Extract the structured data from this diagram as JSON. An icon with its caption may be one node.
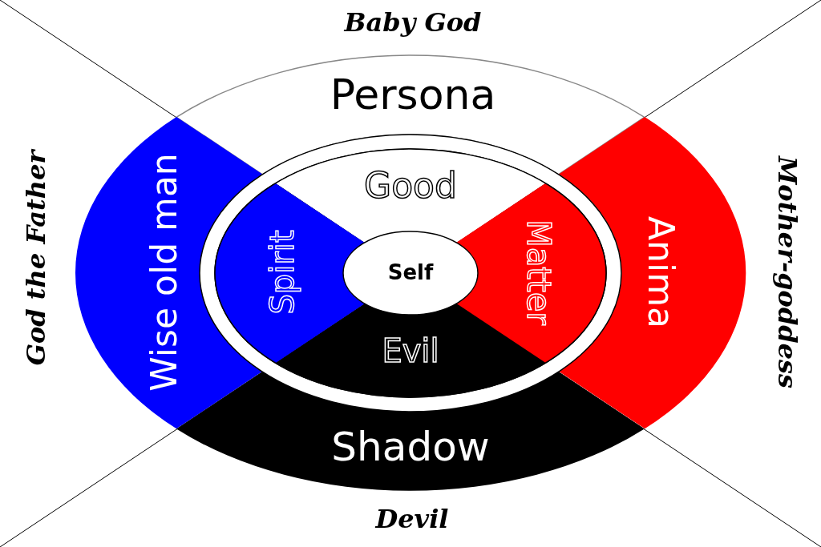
{
  "diagram": {
    "nodes": [
      {
        "text": [
          "Persona"
        ]
      },
      {
        "text": [
          "Wise old man"
        ]
      },
      {
        "text": [
          "Anima"
        ]
      },
      {
        "text": [
          "Shadow"
        ]
      },
      {
        "text": [
          "Good"
        ]
      },
      {
        "text": [
          "Spirit"
        ]
      },
      {
        "text": [
          "Matter"
        ]
      },
      {
        "text": [
          "Evil"
        ]
      },
      {
        "text": [
          "Self"
        ]
      }
    ],
    "labels": [
      "Baby God",
      "God the Father",
      "Mother-goddess",
      "Devil"
    ]
  }
}
